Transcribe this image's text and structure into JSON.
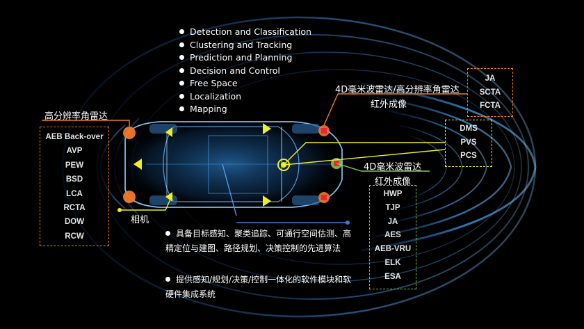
{
  "bullets_top": [
    "Detection and Classification",
    "Clustering and Tracking",
    "Prediction and Planning",
    "Decision and Control",
    "Free Space",
    "Localization",
    "Mapping"
  ],
  "labels": {
    "left_radar": "高分辨率角雷达",
    "right_top_radar": "4D毫米波雷达/高分辨率角雷达",
    "right_top_ir": "红外成像",
    "right_mid_radar": "4D毫米波雷达",
    "right_mid_ir": "红外成像",
    "camera": "相机"
  },
  "boxes": {
    "left": [
      "AEB Back-over",
      "AVP",
      "PEW",
      "BSD",
      "LCA",
      "RCTA",
      "DOW",
      "RCW"
    ],
    "top_right": [
      "JA",
      "SCTA",
      "FCTA"
    ],
    "middle_right": [
      "DMS",
      "PVS",
      "PCS"
    ],
    "bottom_right": [
      "HWP",
      "TJP",
      "JA",
      "AES",
      "AEB-VRU",
      "ELK",
      "ESA"
    ]
  },
  "features": [
    "具备目标感知、聚类追踪、可通行空间估测、高精定位与建图、路径规划、决策控制的先进算法",
    "提供感知/规划/决策/控制一体化的软件模块和软硬件集成系统"
  ],
  "colors": {
    "orange": "#f07a2a",
    "yellow": "#f0f020",
    "green_box": "#8ac64a",
    "blue_glow": "#2f8fe0",
    "red_dot": "#e8253a"
  }
}
